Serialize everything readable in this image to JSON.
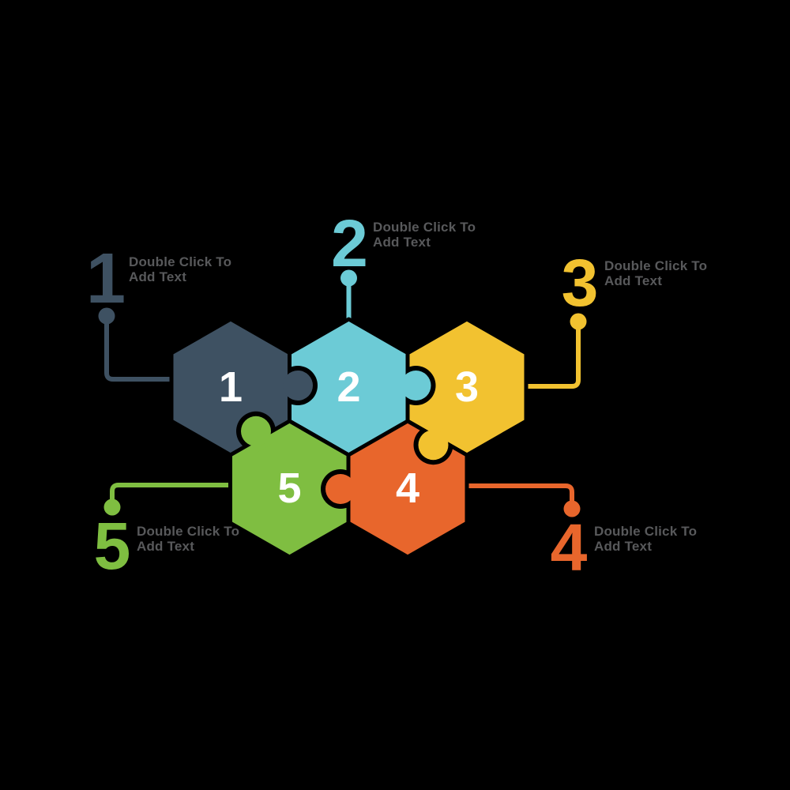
{
  "canvas": {
    "background": "#000000",
    "outline_color": "#000000",
    "hex_number_color": "#FFFFFF",
    "label_color": "#58595B"
  },
  "steps": [
    {
      "number": "1",
      "color": "#3E5162",
      "label_line1": "Double Click To",
      "label_line2": "Add Text"
    },
    {
      "number": "2",
      "color": "#6CCBD6",
      "label_line1": "Double Click To",
      "label_line2": "Add Text"
    },
    {
      "number": "3",
      "color": "#F2C230",
      "label_line1": "Double Click To",
      "label_line2": "Add Text"
    },
    {
      "number": "4",
      "color": "#E8662C",
      "label_line1": "Double Click To",
      "label_line2": "Add Text"
    },
    {
      "number": "5",
      "color": "#7FBE41",
      "label_line1": "Double Click To",
      "label_line2": "Add Text"
    }
  ]
}
